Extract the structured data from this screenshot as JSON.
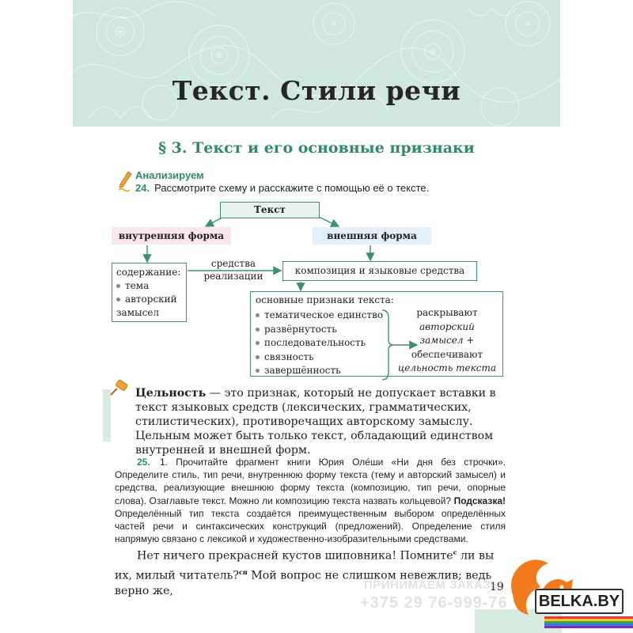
{
  "header": {
    "chapter_title": "Текст. Стили речи"
  },
  "section": {
    "title": "§ 3. Текст и его основные признаки"
  },
  "task24": {
    "label": "Анализируем",
    "number": "24.",
    "text": "Рассмотрите схему и расскажите с помощью её о тексте."
  },
  "diagram": {
    "root": "Текст",
    "inner_form": "внутренняя форма",
    "outer_form": "внешняя форма",
    "content_title": "содержание:",
    "content_items": [
      "тема",
      "авторский замысел"
    ],
    "realization_label": "средства реализации",
    "means": "композиция и языковые средства",
    "features_title": "основные признаки текста:",
    "features": [
      "тематическое единство",
      "развёрнутость",
      "последовательность",
      "связность",
      "завершённость"
    ],
    "result_lines": [
      "раскрывают",
      "авторский",
      "замысел +",
      "обеспечивают",
      "цельность текста"
    ]
  },
  "definition": {
    "term": "Цельность",
    "text": " — это признак, который не допускает вставки в текст языковых средств (лексических, грамматических, стилистических), противоречащих авторскому замыслу. Цельным может быть только текст, обладающий единством внутренней и внешней форм."
  },
  "task25": {
    "number": "25.",
    "text_before_hint": " 1. Прочитайте фрагмент книги Юрия Оле́ши «Ни дня без строчки». Определите стиль, тип речи, внутреннюю форму текста (тему и авторский замысел) и средства, реализующие внешнюю форму текста (композицию, тип речи, опорные слова). Озаглавьте текст. Можно ли композицию текста назвать кольцевой? ",
    "hint_label": "Подсказка!",
    "text_after_hint": " Определённый тип текста создаётся преимущественным выбором определённых частей речи и синтаксических конструкций (предложений). Определение стиля напрямую связано с лексикой и художественно-изобразительными средствами."
  },
  "excerpt": {
    "part1": "Нет ничего прекрасней кустов шиповника! Помните",
    "sup1": "с",
    "part2": " ли вы их, милый читатель?",
    "sup2": "сн",
    "part3": " Мой вопрос не слишком невежлив; ведь верно же,"
  },
  "page_number": "19",
  "watermark": {
    "line1": "ПРИНИМАЕМ ЗАКАЗЫ",
    "line2": "+375 29 76-999-76"
  },
  "logo": {
    "text": "BELKA.BY"
  },
  "colors": {
    "banner_bg": "#cfe7dc",
    "accent_green": "#2f8a6a",
    "inner_form_bg": "#fbe6ee",
    "outer_form_bg": "#e3effa",
    "logo_orange": "#f07a1c"
  }
}
